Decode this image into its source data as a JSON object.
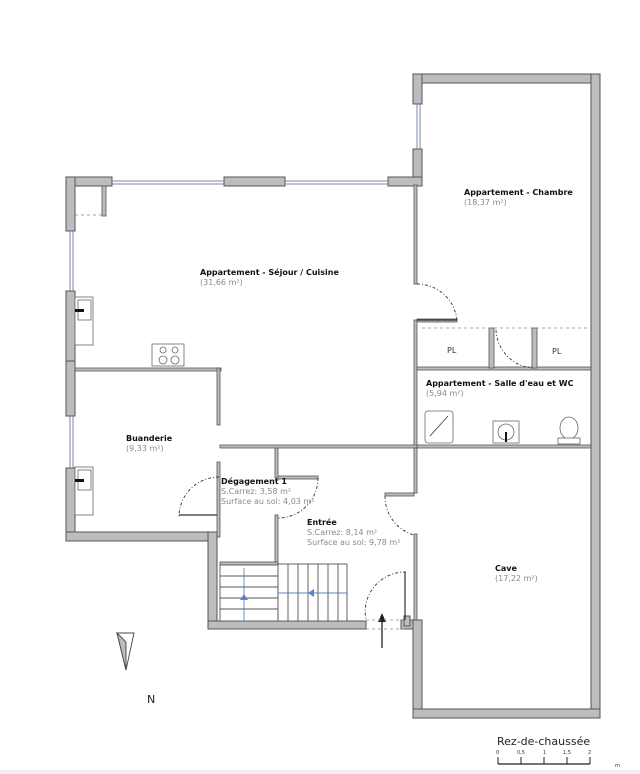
{
  "plan": {
    "level": "Rez-de-chaussée",
    "north_label": "N",
    "scale": {
      "ticks": [
        "0",
        "0,5",
        "1",
        "1,5",
        "2"
      ],
      "unit": "m"
    },
    "rooms": [
      {
        "id": "sejour",
        "name": "Appartement - Séjour / Cuisine",
        "area": "(31,66 m²)"
      },
      {
        "id": "chambre",
        "name": "Appartement - Chambre",
        "area": "(18,37 m²)"
      },
      {
        "id": "salle-eau",
        "name": "Appartement - Salle d'eau et WC",
        "area": "(5,94 m²)"
      },
      {
        "id": "buanderie",
        "name": "Buanderie",
        "area": "(9,33 m²)"
      },
      {
        "id": "degagement",
        "name": "Dégagement 1",
        "carrez": "S.Carrez: 3,58 m²",
        "sol": "Surface au sol: 4,03 m²"
      },
      {
        "id": "entree",
        "name": "Entrée",
        "carrez": "S.Carrez: 8,14 m²",
        "sol": "Surface au sol: 9,78 m²"
      },
      {
        "id": "cave",
        "name": "Cave",
        "area": "(17,22 m²)"
      }
    ],
    "closets": [
      "PL",
      "PL"
    ],
    "colors": {
      "wall_fill": "#bdbdbd",
      "wall_stroke": "#555555",
      "window": "#7b84a8",
      "stair_arrow": "#5b84c0",
      "area_text": "#8a8a8a"
    }
  }
}
